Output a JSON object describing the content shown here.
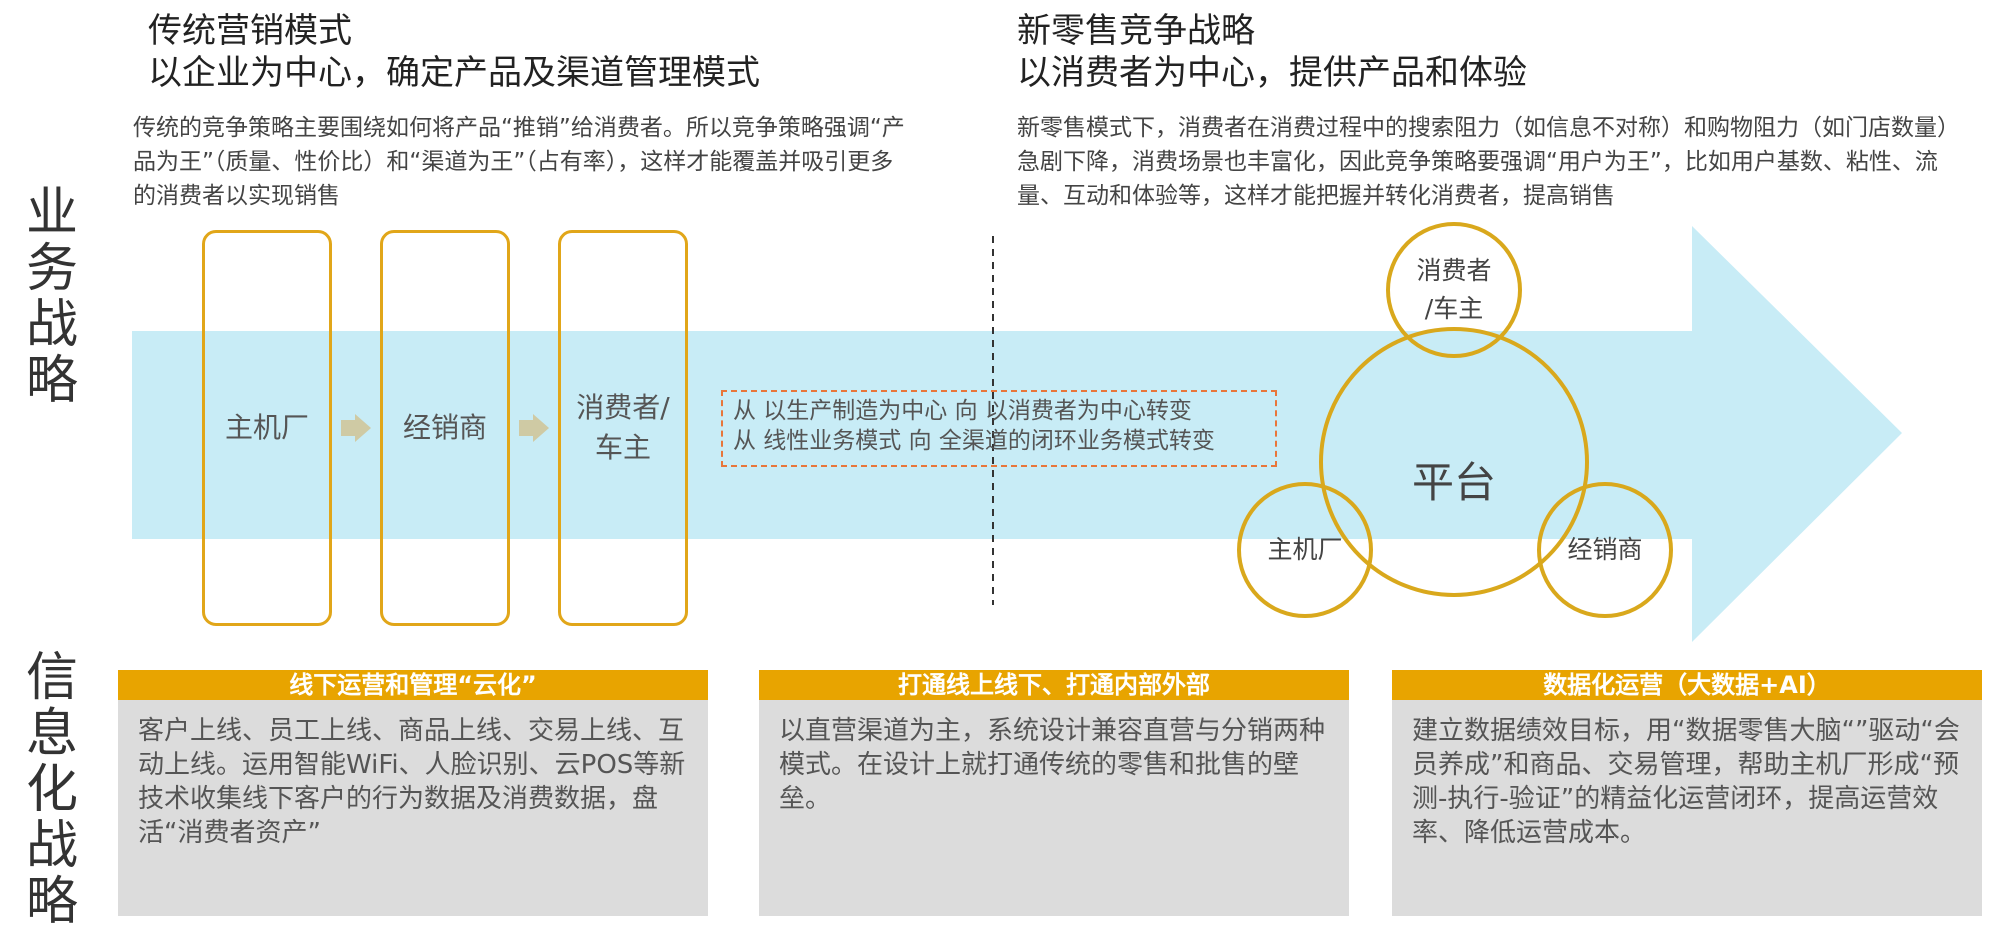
{
  "side_labels": {
    "business": "业务战略",
    "info": "信息化战略"
  },
  "left_section": {
    "title_line1": "传统营销模式",
    "title_line2": "以企业为中心，确定产品及渠道管理模式",
    "description": "传统的竞争策略主要围绕如何将产品“推销”给消费者。所以竞争策略强调“产品为王”（质量、性价比）和“渠道为王”（占有率），这样才能覆盖并吸引更多的消费者以实现销售"
  },
  "right_section": {
    "title_line1": "新零售竞争战略",
    "title_line2": "以消费者为中心，提供产品和体验",
    "description": "新零售模式下，消费者在消费过程中的搜索阻力（如信息不对称）和购物阻力（如门店数量）急剧下降，消费场景也丰富化，因此竞争策略要强调“用户为王”，比如用户基数、粘性、流量、互动和体验等，这样才能把握并转化消费者，提高销售"
  },
  "chain": {
    "box1": "主机厂",
    "box2": "经销商",
    "box3_line1": "消费者/",
    "box3_line2": "车主"
  },
  "transition": {
    "line1": "从 以生产制造为中心  向  以消费者为中心转变",
    "line2": "从 线性业务模式 向 全渠道的闭环业务模式转变"
  },
  "platform": {
    "center": "平台",
    "top_line1": "消费者",
    "top_line2": "/车主",
    "left": "主机厂",
    "right": "经销商"
  },
  "bottom_cards": [
    {
      "header": "线下运营和管理“云化”",
      "body": "客户上线、员工上线、商品上线、交易上线、互动上线。运用智能WiFi、人脸识别、云POS等新技术收集线下客户的行为数据及消费数据，盘活“消费者资产”"
    },
    {
      "header": "打通线上线下、打通内部外部",
      "body": "以直营渠道为主，系统设计兼容直营与分销两种模式。在设计上就打通传统的零售和批售的壁垒。"
    },
    {
      "header": "数据化运营（大数据+AI）",
      "body": "建立数据绩效目标，用“数据零售大脑“”驱动“会员养成”和商品、交易管理，帮助主机厂形成“预测-执行-验证”的精益化运营闭环，提高运营效率、降低运营成本。"
    }
  ],
  "colors": {
    "arrow": "#c8ecf6",
    "accent_orange": "#e1a619",
    "header_orange": "#e8a400",
    "card_gray": "#dcdcdc",
    "dashed_orange": "#e8763a"
  }
}
